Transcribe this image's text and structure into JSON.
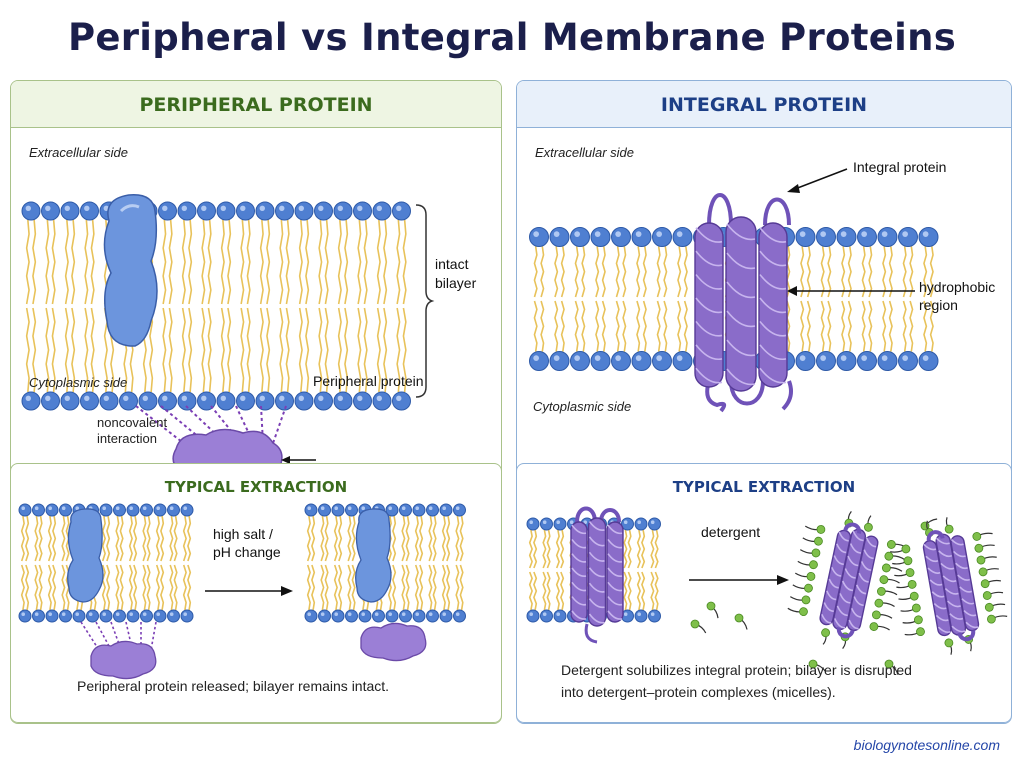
{
  "title": "Peripheral vs Integral Membrane Proteins",
  "peripheral": {
    "header": "PERIPHERAL PROTEIN",
    "extracellular": "Extracellular side",
    "cytoplasmic": "Cytoplasmic side",
    "bilayer_label_1": "intact",
    "bilayer_label_2": "bilayer",
    "protein_label": "Peripheral protein",
    "legend_1": "noncovalent",
    "legend_2": "interaction",
    "extraction_title": "TYPICAL EXTRACTION",
    "condition_1": "high salt /",
    "condition_2": "pH change",
    "caption": "Peripheral protein released; bilayer remains intact."
  },
  "integral": {
    "header": "INTEGRAL PROTEIN",
    "extracellular": "Extracellular side",
    "cytoplasmic": "Cytoplasmic side",
    "protein_label": "Integral protein",
    "region_label_1": "hydrophobic",
    "region_label_2": "region",
    "extraction_title": "TYPICAL EXTRACTION",
    "condition": "detergent",
    "caption_1": "Detergent solubilizes integral protein; bilayer is disrupted",
    "caption_2": "into detergent–protein complexes (micelles)."
  },
  "source": "biologynotesonline.com",
  "colors": {
    "head_blue": "#4f7fd1",
    "tail_yellow": "#e8c25a",
    "protein_blue": "#6c95dd",
    "protein_purple": "#8a6cc9",
    "detergent_green": "#7fbf4a"
  }
}
